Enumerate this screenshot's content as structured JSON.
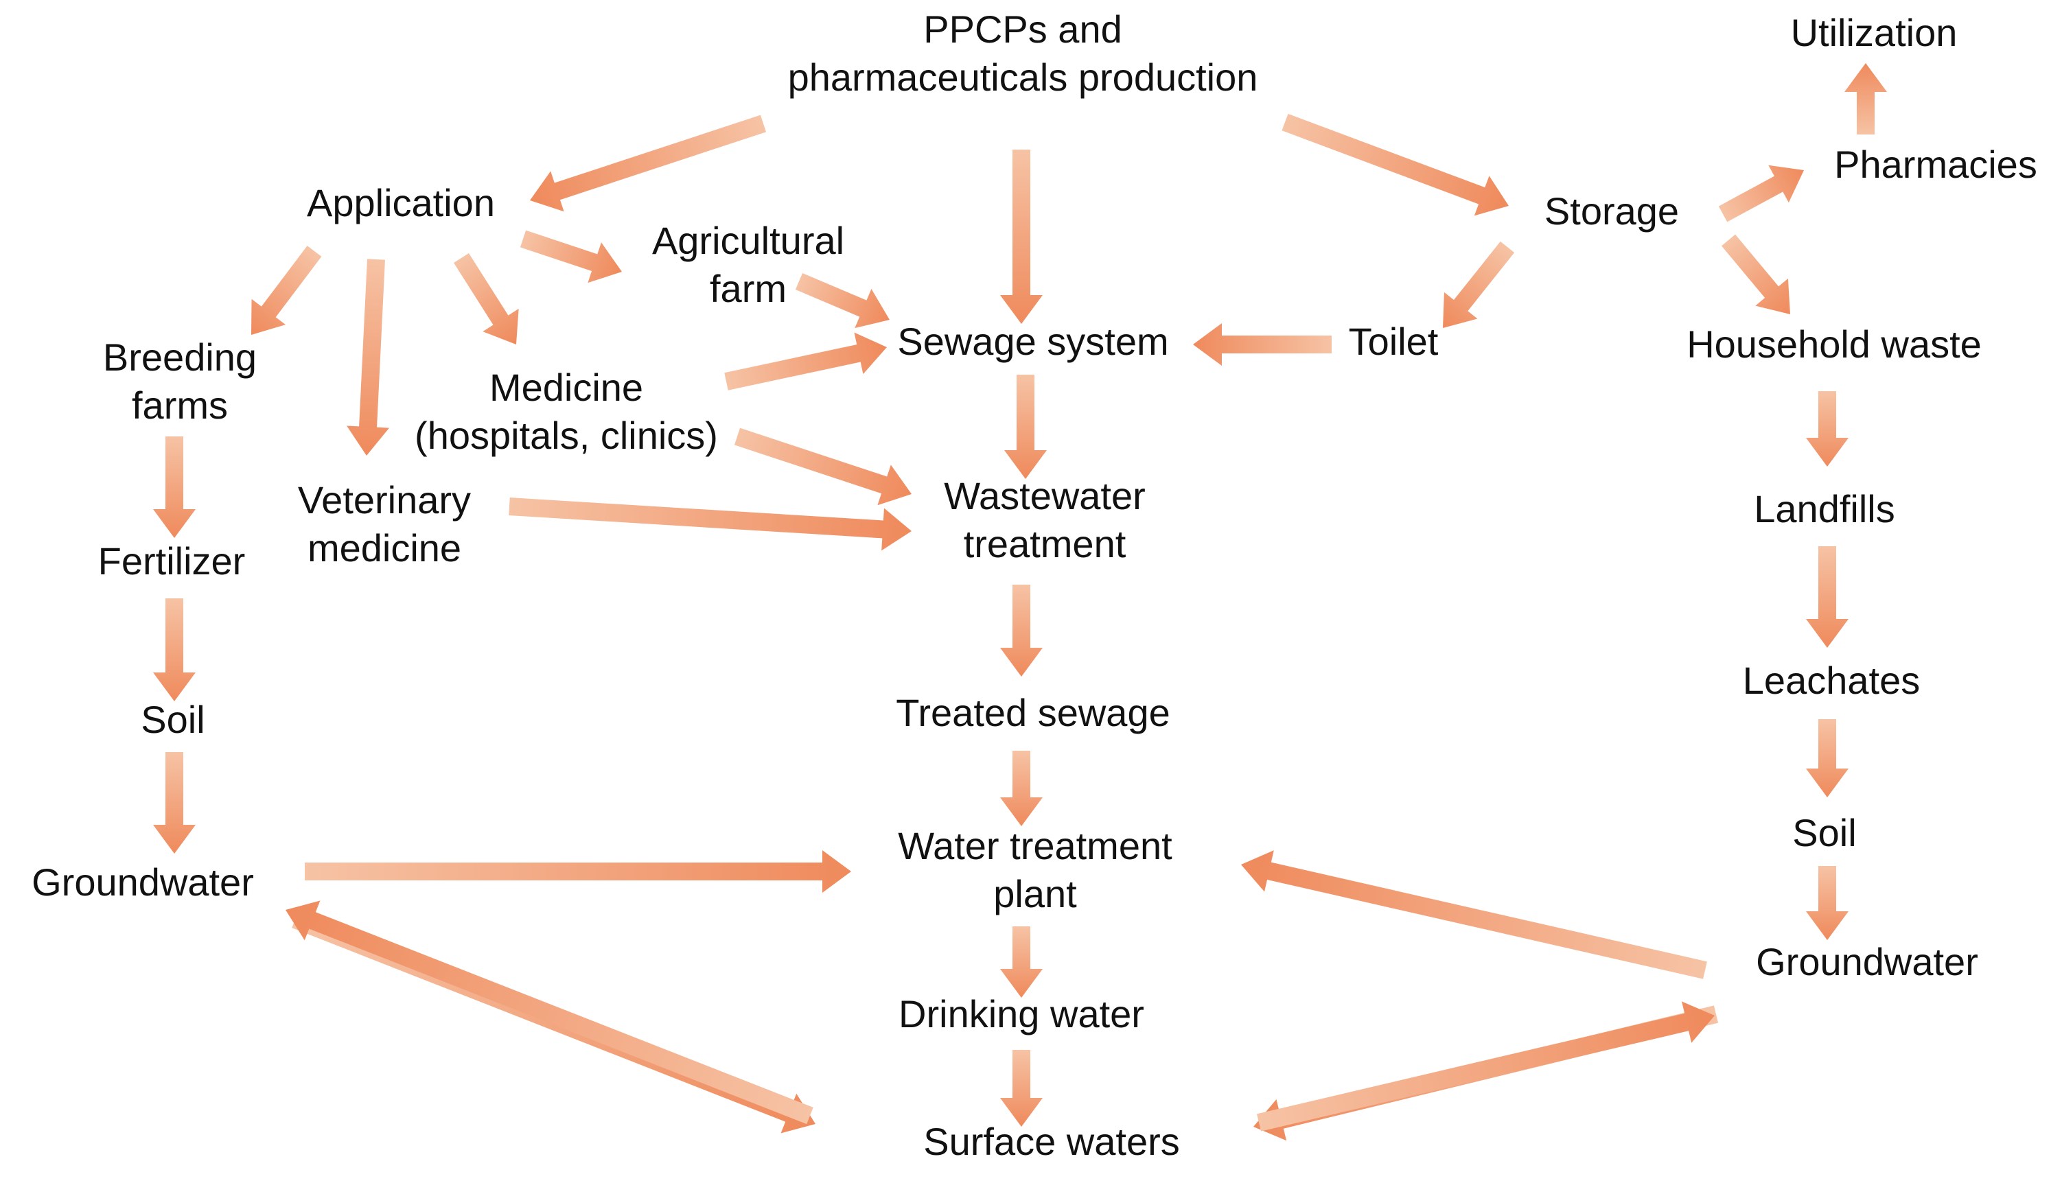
{
  "colors": {
    "arrow_start": "#f6c3a5",
    "arrow_end": "#ef8a5c",
    "text": "#111111",
    "background": "#ffffff"
  },
  "nodes": {
    "ppcps_production": [
      "PPCPs and",
      "pharmaceuticals production"
    ],
    "utilization": [
      "Utilization"
    ],
    "pharmacies": [
      "Pharmacies"
    ],
    "application": [
      "Application"
    ],
    "storage": [
      "Storage"
    ],
    "agricultural_farm": [
      "Agricultural",
      "farm"
    ],
    "breeding_farms": [
      "Breeding",
      "farms"
    ],
    "sewage_system": [
      "Sewage system"
    ],
    "toilet": [
      "Toilet"
    ],
    "household_waste": [
      "Household waste"
    ],
    "medicine": [
      "Medicine",
      "(hospitals, clinics)"
    ],
    "veterinary_medicine": [
      "Veterinary",
      "medicine"
    ],
    "wastewater_treatment": [
      "Wastewater",
      "treatment"
    ],
    "landfills": [
      "Landfills"
    ],
    "fertilizer": [
      "Fertilizer"
    ],
    "leachates": [
      "Leachates"
    ],
    "treated_sewage": [
      "Treated sewage"
    ],
    "soil_left": [
      "Soil"
    ],
    "soil_right": [
      "Soil"
    ],
    "water_treatment_plant": [
      "Water treatment",
      "plant"
    ],
    "groundwater_left": [
      "Groundwater"
    ],
    "groundwater_right": [
      "Groundwater"
    ],
    "drinking_water": [
      "Drinking water"
    ],
    "surface_waters": [
      "Surface waters"
    ]
  },
  "edges": [
    {
      "from": "ppcps_production",
      "to": "application"
    },
    {
      "from": "ppcps_production",
      "to": "sewage_system"
    },
    {
      "from": "ppcps_production",
      "to": "storage"
    },
    {
      "from": "storage",
      "to": "pharmacies"
    },
    {
      "from": "pharmacies",
      "to": "utilization"
    },
    {
      "from": "storage",
      "to": "household_waste"
    },
    {
      "from": "storage",
      "to": "toilet"
    },
    {
      "from": "toilet",
      "to": "sewage_system"
    },
    {
      "from": "application",
      "to": "agricultural_farm"
    },
    {
      "from": "application",
      "to": "breeding_farms"
    },
    {
      "from": "application",
      "to": "veterinary_medicine"
    },
    {
      "from": "application",
      "to": "medicine"
    },
    {
      "from": "agricultural_farm",
      "to": "sewage_system"
    },
    {
      "from": "medicine",
      "to": "sewage_system"
    },
    {
      "from": "medicine",
      "to": "wastewater_treatment"
    },
    {
      "from": "veterinary_medicine",
      "to": "wastewater_treatment"
    },
    {
      "from": "sewage_system",
      "to": "wastewater_treatment"
    },
    {
      "from": "breeding_farms",
      "to": "fertilizer"
    },
    {
      "from": "fertilizer",
      "to": "soil_left"
    },
    {
      "from": "soil_left",
      "to": "groundwater_left"
    },
    {
      "from": "wastewater_treatment",
      "to": "treated_sewage"
    },
    {
      "from": "treated_sewage",
      "to": "water_treatment_plant"
    },
    {
      "from": "water_treatment_plant",
      "to": "drinking_water"
    },
    {
      "from": "drinking_water",
      "to": "surface_waters"
    },
    {
      "from": "groundwater_left",
      "to": "water_treatment_plant"
    },
    {
      "from": "groundwater_left",
      "to": "surface_waters"
    },
    {
      "from": "surface_waters",
      "to": "groundwater_left"
    },
    {
      "from": "household_waste",
      "to": "landfills"
    },
    {
      "from": "landfills",
      "to": "leachates"
    },
    {
      "from": "leachates",
      "to": "soil_right"
    },
    {
      "from": "soil_right",
      "to": "groundwater_right"
    },
    {
      "from": "groundwater_right",
      "to": "water_treatment_plant"
    },
    {
      "from": "groundwater_right",
      "to": "surface_waters"
    },
    {
      "from": "surface_waters",
      "to": "groundwater_right"
    }
  ]
}
